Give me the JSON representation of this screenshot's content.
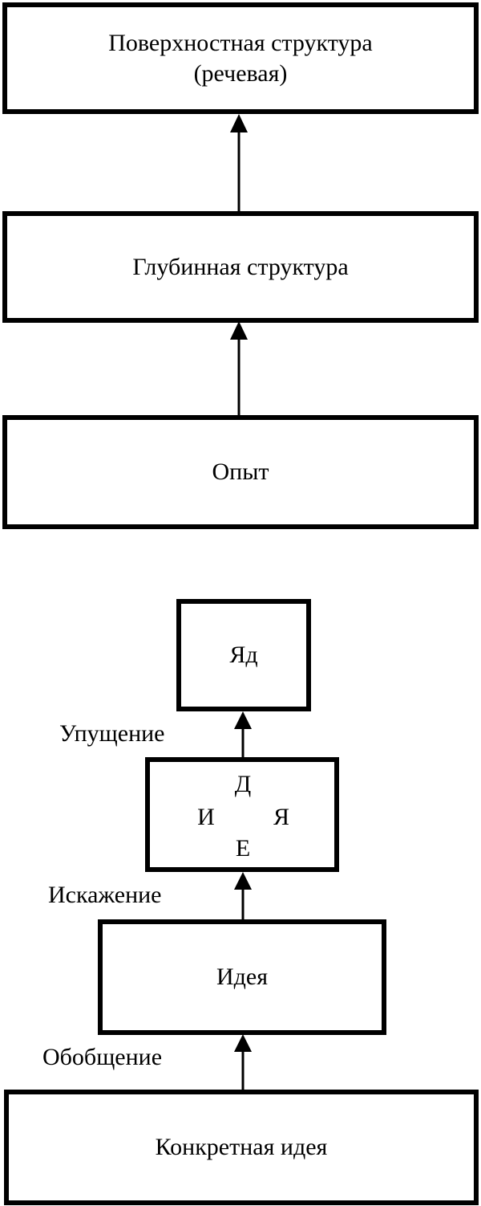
{
  "top_diagram": {
    "surface_structure": {
      "line1": "Поверхностная структура",
      "line2": "(речевая)"
    },
    "deep_structure": "Глубинная структура",
    "experience": "Опыт"
  },
  "bottom_diagram": {
    "yad": "Яд",
    "letters": {
      "top": "Д",
      "left": "И",
      "right": "Я",
      "bottom": "Е"
    },
    "omission": "Упущение",
    "distortion": "Искажение",
    "idea": "Идея",
    "generalization": "Обобщение",
    "concrete_idea": "Конкретная идея"
  }
}
